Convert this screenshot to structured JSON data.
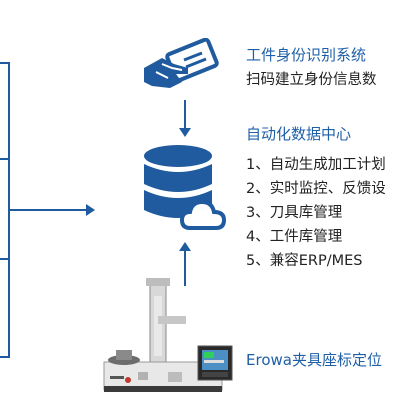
{
  "colors": {
    "accent": "#1f5fa8",
    "line": "#1f5b9e",
    "text": "#222222"
  },
  "workpiece_id": {
    "icon": "id-card-hand-icon",
    "title": "工件身份识别系统",
    "subtitle": "扫码建立身份信息数"
  },
  "data_center": {
    "icon": "database-cloud-icon",
    "title": "自动化数据中心",
    "items": [
      "1、自动生成加工计划",
      "2、实时监控、反馈设",
      "3、刀具库管理",
      "4、工件库管理",
      "5、兼容ERP/MES"
    ]
  },
  "presetter": {
    "icon": "presetter-machine-image",
    "title": "Erowa夹具座标定位"
  }
}
